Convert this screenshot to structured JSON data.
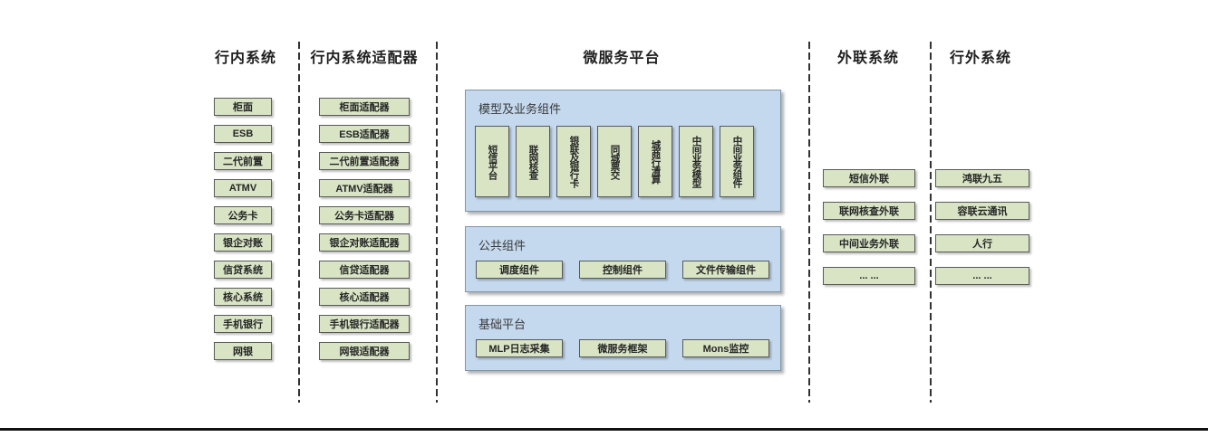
{
  "colors": {
    "green_fill": "#d8e4c4",
    "green_border": "#595959",
    "blue_fill": "#c4d8ee",
    "blue_border": "#8096ab",
    "dash_color": "#333333",
    "rule_color": "#111111"
  },
  "internal": {
    "title": "行内系统",
    "items": [
      "柜面",
      "ESB",
      "二代前置",
      "ATMV",
      "公务卡",
      "银企对账",
      "信贷系统",
      "核心系统",
      "手机银行",
      "网银"
    ]
  },
  "adapters": {
    "title": "行内系统适配器",
    "items": [
      "柜面适配器",
      "ESB适配器",
      "二代前置适配器",
      "ATMV适配器",
      "公务卡适配器",
      "银企对账适配器",
      "信贷适配器",
      "核心适配器",
      "手机银行适配器",
      "网银适配器"
    ]
  },
  "platform": {
    "title": "微服务平台",
    "model_group": {
      "title": "模型及业务组件",
      "items": [
        "短信平台",
        "联网核查",
        "银联及银行卡",
        "同城票交",
        "城商行清算",
        "中间业务模型",
        "中间业务组件"
      ]
    },
    "common_group": {
      "title": "公共组件",
      "items": [
        "调度组件",
        "控制组件",
        "文件传输组件"
      ]
    },
    "base_group": {
      "title": "基础平台",
      "items": [
        "MLP日志采集",
        "微服务框架",
        "Mons监控"
      ]
    }
  },
  "outbound": {
    "title": "外联系统",
    "items": [
      "短信外联",
      "联网核查外联",
      "中间业务外联",
      "... ..."
    ]
  },
  "external": {
    "title": "行外系统",
    "items": [
      "鸿联九五",
      "容联云通讯",
      "人行",
      "... ..."
    ]
  }
}
